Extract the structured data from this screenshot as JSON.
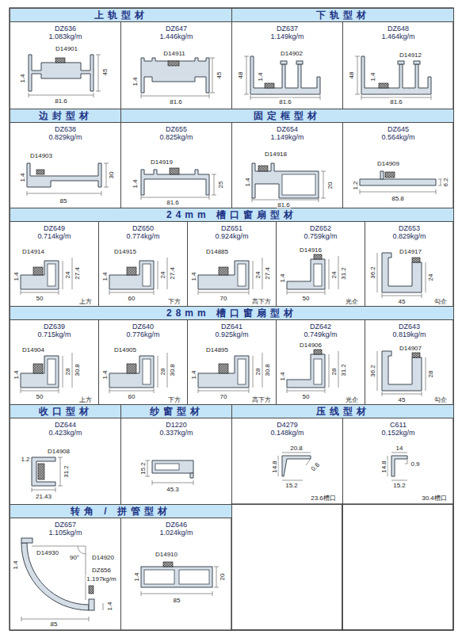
{
  "diagram": {
    "nodes": [
      {
        "text": [
          "上轨型材"
        ]
      },
      {
        "text": [
          "下轨型材"
        ]
      },
      {
        "text": [
          "DZ636",
          "1.083kg/m"
        ]
      },
      {
        "text": [
          "DZ647",
          "1.446kg/m"
        ]
      },
      {
        "text": [
          "DZ637",
          "1.149kg/m"
        ]
      },
      {
        "text": [
          "DZ648",
          "1.464kg/m"
        ]
      },
      {
        "text": [
          "边封型材"
        ]
      },
      {
        "text": [
          "固定框型材"
        ]
      },
      {
        "text": [
          "DZ638",
          "0.829kg/m"
        ]
      },
      {
        "text": [
          "DZ655",
          "0.825kg/m"
        ]
      },
      {
        "text": [
          "DZ654",
          "1.149kg/m"
        ]
      },
      {
        "text": [
          "DZ645",
          "0.564kg/m"
        ]
      },
      {
        "text": [
          "24mm 槽口窗扇型材"
        ]
      },
      {
        "text": [
          "DZ649",
          "0.714kg/m"
        ]
      },
      {
        "text": [
          "DZ650",
          "0.774kg/m"
        ]
      },
      {
        "text": [
          "DZ651",
          "0.924kg/m"
        ]
      },
      {
        "text": [
          "DZ652",
          "0.759kg/m"
        ]
      },
      {
        "text": [
          "DZ653",
          "0.829kg/m"
        ]
      },
      {
        "text": [
          "28mm 槽口窗扇型材"
        ]
      },
      {
        "text": [
          "DZ639",
          "0.715kg/m"
        ]
      },
      {
        "text": [
          "DZ640",
          "0.776kg/m"
        ]
      },
      {
        "text": [
          "DZ641",
          "0.925kg/m"
        ]
      },
      {
        "text": [
          "DZ642",
          "0.749kg/m"
        ]
      },
      {
        "text": [
          "DZ643",
          "0.819kg/m"
        ]
      },
      {
        "text": [
          "收口型材"
        ]
      },
      {
        "text": [
          "纱窗型材"
        ]
      },
      {
        "text": [
          "压线型材"
        ]
      },
      {
        "text": [
          "DZ644",
          "0.423kg/m"
        ]
      },
      {
        "text": [
          "D1220",
          "0.337kg/m"
        ]
      },
      {
        "text": [
          "D4279",
          "0.148kg/m"
        ]
      },
      {
        "text": [
          "C611",
          "0.152kg/m"
        ]
      },
      {
        "text": [
          "转角 / 拼管型材"
        ]
      },
      {
        "text": [
          "DZ657",
          "1.105kg/m"
        ]
      },
      {
        "text": [
          "DZ646",
          "1.024kg/m"
        ]
      }
    ],
    "labels": [
      "D14901",
      "1.4",
      "45",
      "81.6",
      "D14911",
      "1.4",
      "45",
      "81.6",
      "D14902",
      "48",
      "1.4",
      "81.6",
      "D14912",
      "48",
      "1.4",
      "81.6",
      "D14903",
      "1.4",
      "30",
      "85",
      "D14919",
      "1.4",
      "25",
      "81.6",
      "D14918",
      "1.4",
      "20",
      "81.6",
      "D14909",
      "1.2",
      "6.2",
      "85.8",
      "D14914",
      "1.4",
      "24",
      "27.4",
      "50",
      "上方",
      "D14915",
      "1.4",
      "24",
      "27.4",
      "60",
      "下方",
      "D14885",
      "1.4",
      "24",
      "27.4",
      "70",
      "高下方",
      "D14916",
      "1.4",
      "24",
      "31.2",
      "50",
      "光企",
      "D14917",
      "36.2",
      "24",
      "45",
      "勾企",
      "D14904",
      "1.4",
      "28",
      "30.8",
      "50",
      "上方",
      "D14905",
      "1.4",
      "28",
      "30.8",
      "60",
      "下方",
      "D14895",
      "1.4",
      "28",
      "30.8",
      "70",
      "高下方",
      "D14906",
      "1.4",
      "28",
      "31.2",
      "50",
      "光企",
      "D14907",
      "36.2",
      "28",
      "45",
      "勾企",
      "D14908",
      "1.2",
      "31.2",
      "21.43",
      "15.2",
      "45.3",
      "20.8",
      "14.8",
      "0.6",
      "15.2",
      "23.6槽口",
      "14",
      "14.8",
      "0.9",
      "15.2",
      "30.4槽口",
      "D14930",
      "1.4",
      "90°",
      "D14920",
      "DZ656",
      "1.197kg/m",
      "1.4",
      "85",
      "D14910",
      "1.4",
      "20",
      "85"
    ]
  }
}
